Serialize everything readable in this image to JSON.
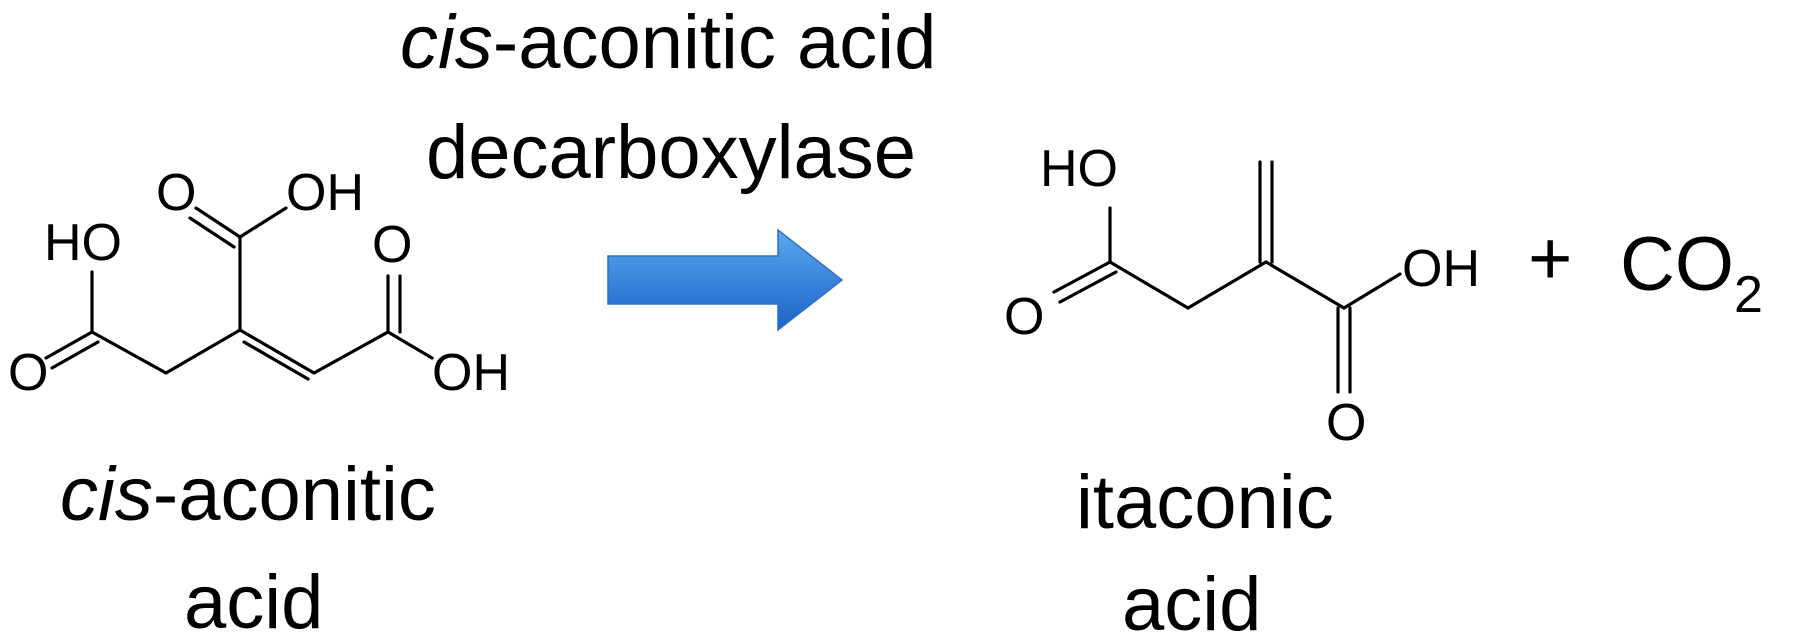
{
  "reaction": {
    "enzyme": {
      "line1_italic": "cis",
      "line1_rest": "-aconitic acid",
      "line2": "decarboxylase"
    },
    "substrate": {
      "name_line1_italic": "cis",
      "name_line1_rest": "-aconitic",
      "name_line2": "acid",
      "atoms": {
        "ho_left": "HO",
        "o_left": "O",
        "o_top": "O",
        "oh_top": "OH",
        "o_right": "O",
        "oh_right": "OH"
      }
    },
    "product": {
      "name_line1": "itaconic",
      "name_line2": "acid",
      "atoms": {
        "ho_left": "HO",
        "o_left": "O",
        "oh_right": "OH",
        "o_bottom": "O"
      }
    },
    "byproduct": {
      "plus": "+",
      "formula": "CO",
      "subscript": "2"
    },
    "arrow": {
      "color_top": "#5aa9ee",
      "color_bottom": "#1a63c8",
      "stroke": "#2f6fc4"
    }
  }
}
